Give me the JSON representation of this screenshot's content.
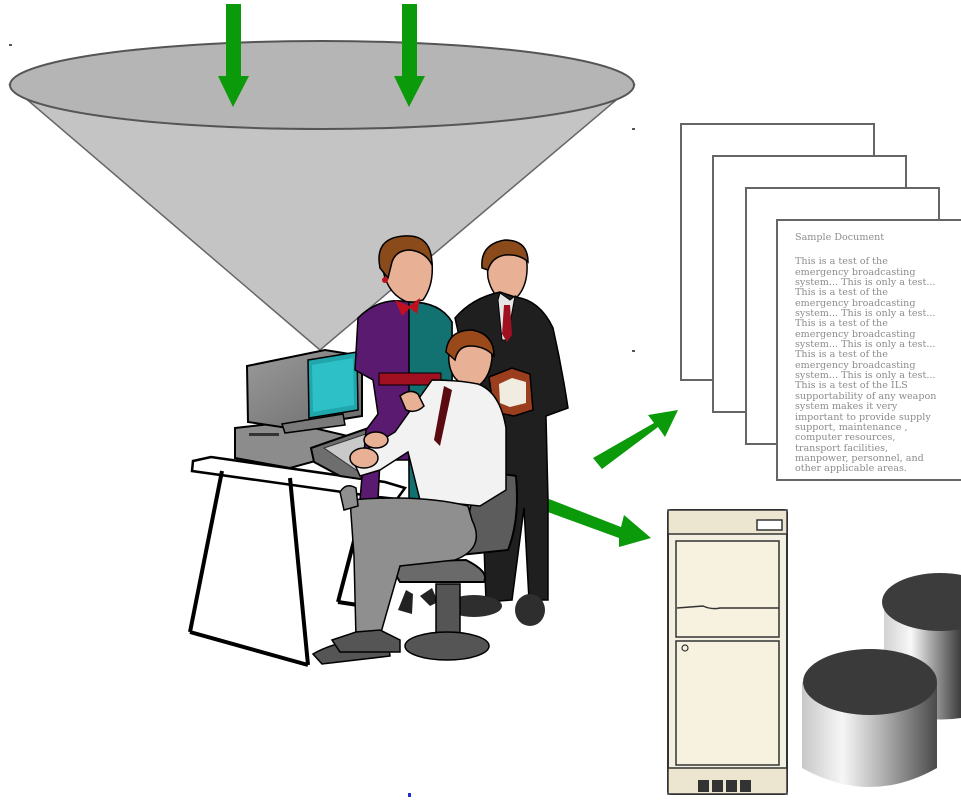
{
  "document": {
    "title": "Sample Document",
    "lines": [
      "This is a test of the",
      "emergency broadcasting",
      "system... This is only a test...",
      "This is a test of the",
      "emergency broadcasting",
      "system... This is only a test...",
      "This is a test of the",
      "emergency broadcasting",
      "system... This is only a test...",
      "This is a test of the",
      "emergency broadcasting",
      "system... This is only a test...",
      "This is a test of the ILS",
      "supportability of any weapon",
      "system makes it very",
      "important to provide supply",
      "support, maintenance ,",
      "computer resources,",
      "transport facilities,",
      "manpower, personnel, and",
      "other applicable areas."
    ]
  },
  "colors": {
    "arrow": "#0a9a0a",
    "funnel": "#c4c4c4",
    "document_text": "#8c8c8c"
  }
}
